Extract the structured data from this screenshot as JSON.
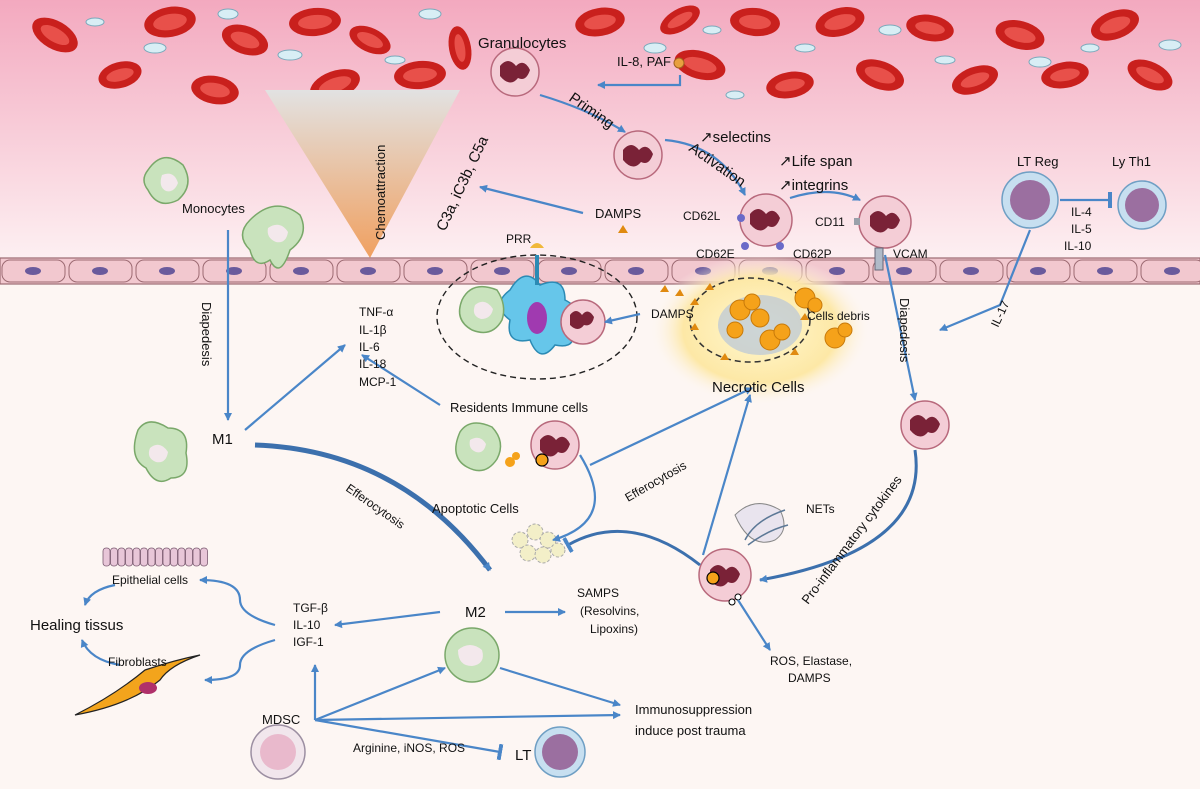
{
  "colors": {
    "arrow": "#4a86c8",
    "blood_top": "#f3a9bf",
    "blood_bottom": "#fdf0f2",
    "tissue": "#fdf6f3",
    "endothelium": "#f2c8cf",
    "rbc": "#d8302b",
    "neutrophil_cyto": "#f4cdd6",
    "neutrophil_nucleus": "#7a2237",
    "macrophage": "#c9e3bd",
    "necrotic_glow": "#fde8a6",
    "chemo_cone_top": "#d9d9d9",
    "chemo_cone_bottom": "#f0a060",
    "fibroblast": "#f3a41c"
  },
  "labels": {
    "granulocytes": "Granulocytes",
    "il8_paf": "IL-8, PAF",
    "priming": "Priming",
    "selectins": "↗selectins",
    "activation": "Activation",
    "life_span": "↗Life span",
    "integrins": "↗integrins",
    "lt_reg": "LT Reg",
    "ly_th1": "Ly Th1",
    "il4": "IL-4",
    "il5": "IL-5",
    "il10_top": "IL-10",
    "il17": "IL-17",
    "chemoattraction": "Chemoattraction",
    "complement": "C3a, iC3b, C5a",
    "damps_top": "DAMPS",
    "prr": "PRR",
    "cd62l": "CD62L",
    "cd62e": "CD62E",
    "cd62p": "CD62P",
    "cd11": "CD11",
    "vcam": "VCAM",
    "monocytes": "Monocytes",
    "diapedesis_left": "Diapedesis",
    "diapedesis_right": "Diapedesis",
    "tnf": "TNF-α",
    "il1b": "IL-1β",
    "il6": "IL-6",
    "il18": "IL-18",
    "mcp1": "MCP-1",
    "residents": "Residents Immune cells",
    "damps_mid": "DAMPS",
    "cells_debris": "Cells debris",
    "necrotic_cells": "Necrotic Cells",
    "m1": "M1",
    "efferocytosis_left": "Efferocytosis",
    "efferocytosis_right": "Efferocytosis",
    "apoptotic_cells": "Apoptotic Cells",
    "nets": "NETs",
    "pro_inflammatory": "Pro-inflammatory cytokines",
    "epithelial_cells": "Epithelial cells",
    "healing_tissus": "Healing tissus",
    "fibroblasts": "Fibroblasts",
    "tgfb": "TGF-β",
    "il10_bottom": "IL-10",
    "igf1": "IGF-1",
    "m2": "M2",
    "samps": "SAMPS",
    "resolvins": "(Resolvins,",
    "lipoxins": "Lipoxins)",
    "ros_elastase": "ROS, Elastase,",
    "damps_bottom": "DAMPS",
    "immunosuppression": "Immunosuppression",
    "induce_post_trauma": "induce post trauma",
    "mdsc": "MDSC",
    "arginine": "Arginine, iNOS, ROS",
    "lt": "LT"
  }
}
